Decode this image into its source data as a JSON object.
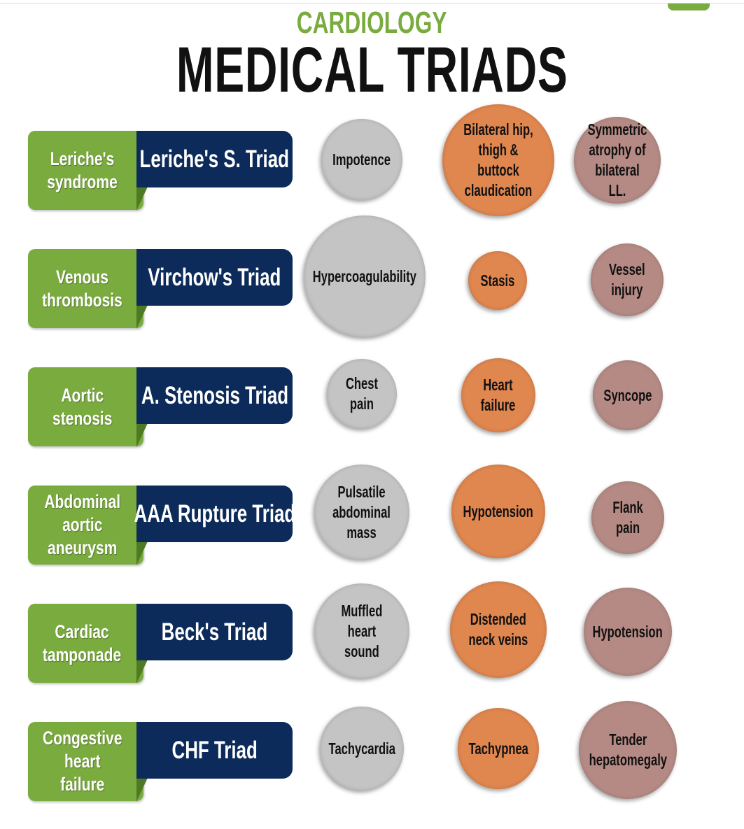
{
  "header": {
    "subtitle": "CARDIOLOGY",
    "title": "MEDICAL TRIADS"
  },
  "colors": {
    "green": "#7aab3e",
    "navy": "#0d2b5a",
    "gray": "#c4c4c4",
    "orange": "#e0864f",
    "brown": "#b58a84"
  },
  "rows": [
    {
      "condition": "Leriche's\nsyndrome",
      "triad": "Leriche's S. Triad",
      "signs": [
        "Impotence",
        "Bilateral hip,\nthigh & buttock\nclaudication",
        "Symmetric\natrophy of\nbilateral LL."
      ]
    },
    {
      "condition": "Venous\nthrombosis",
      "triad": "Virchow's Triad",
      "signs": [
        "Hypercoagulability",
        "Stasis",
        "Vessel\ninjury"
      ]
    },
    {
      "condition": "Aortic\nstenosis",
      "triad": "A. Stenosis Triad",
      "signs": [
        "Chest\npain",
        "Heart\nfailure",
        "Syncope"
      ]
    },
    {
      "condition": "Abdominal\naortic\naneurysm",
      "triad": "AAA Rupture Triad",
      "signs": [
        "Pulsatile\nabdominal\nmass",
        "Hypotension",
        "Flank\npain"
      ]
    },
    {
      "condition": "Cardiac\ntamponade",
      "triad": "Beck's Triad",
      "signs": [
        "Muffled\nheart\nsound",
        "Distended\nneck veins",
        "Hypotension"
      ]
    },
    {
      "condition": "Congestive\nheart\nfailure",
      "triad": "CHF Triad",
      "signs": [
        "Tachycardia",
        "Tachypnea",
        "Tender\nhepatomegaly"
      ]
    }
  ]
}
